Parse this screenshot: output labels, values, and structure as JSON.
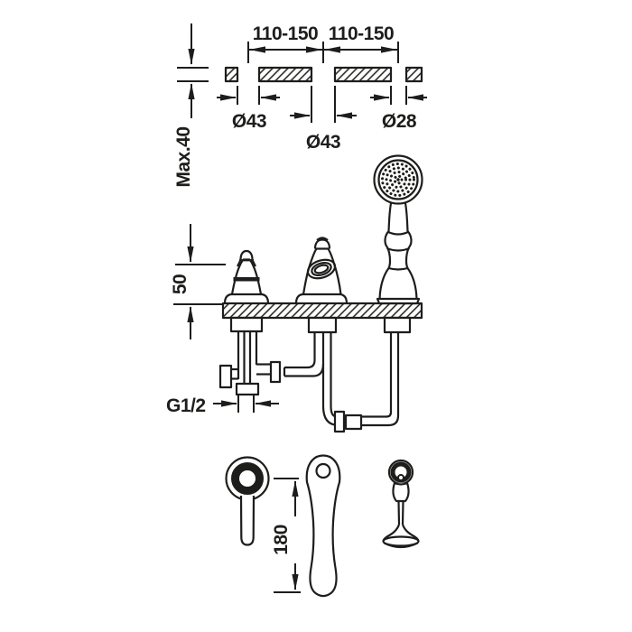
{
  "drawing": {
    "background": "#ffffff",
    "line_color": "#1d1d1b",
    "labels": {
      "span_left": "110-150",
      "span_right": "110-150",
      "max_deck_thickness": "Max.40",
      "hole_left": "Ø43",
      "hole_center": "Ø43",
      "hole_right": "Ø28",
      "body_height": "50",
      "thread": "G1/2",
      "lever_length": "180"
    }
  }
}
